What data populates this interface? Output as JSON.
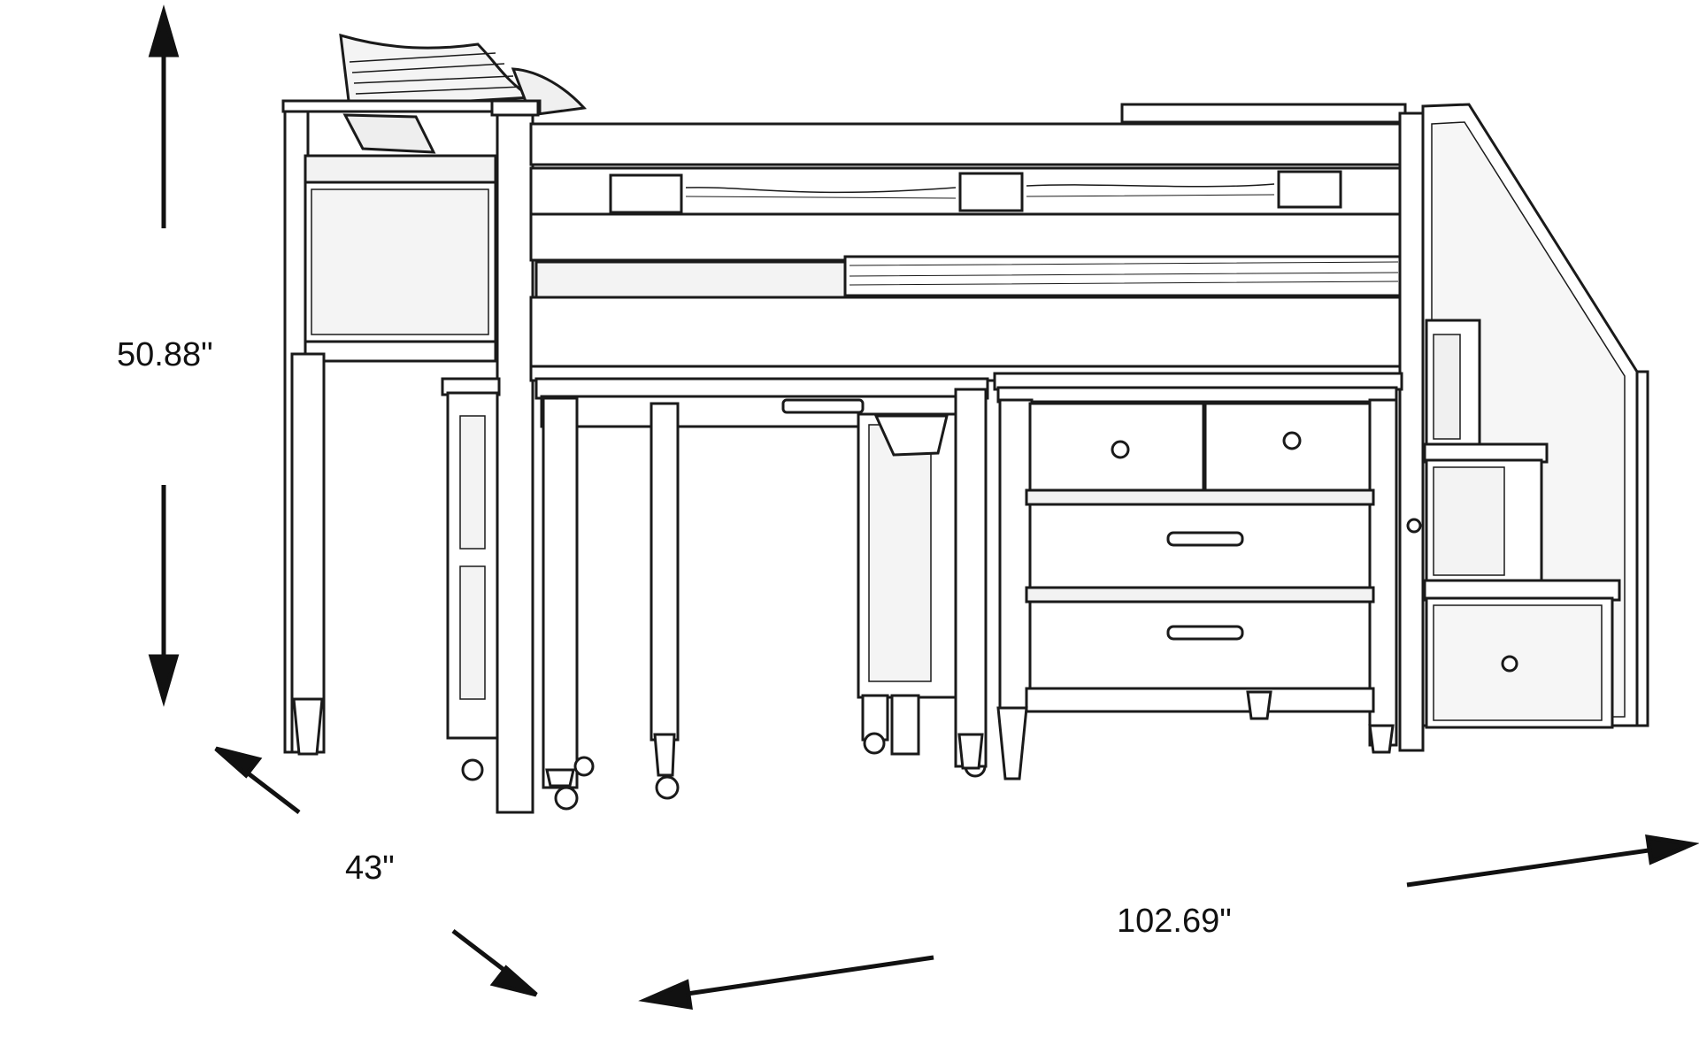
{
  "dimensions": {
    "height": "50.88\"",
    "depth": "43\"",
    "width": "102.69\""
  },
  "colors": {
    "line": "#1a1a1a",
    "fill": "#ffffff",
    "shade": "#e6e6e6"
  }
}
